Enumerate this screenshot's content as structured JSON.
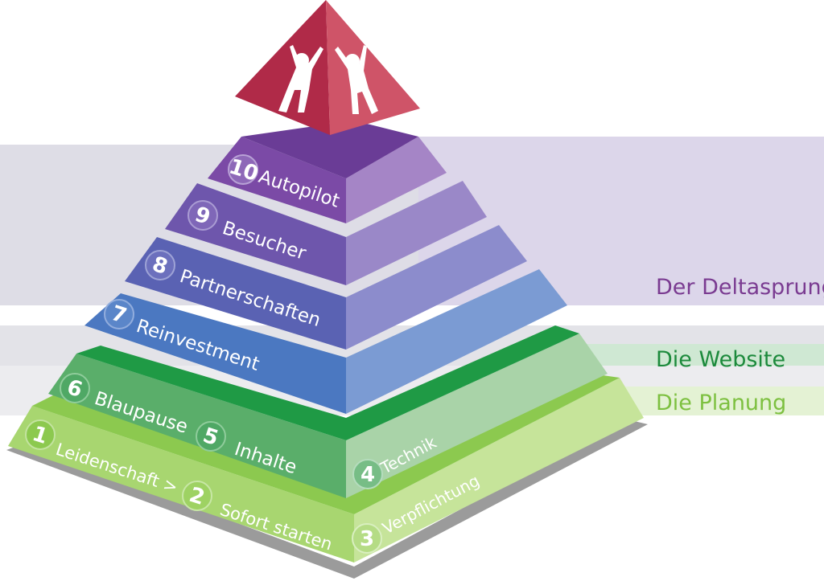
{
  "phases": [
    {
      "id": "delta",
      "label": "Der Deltasprung",
      "color": "#7a3b91",
      "band": "#dcd6ea"
    },
    {
      "id": "website",
      "label": "Die Website",
      "color": "#1c8a3c",
      "band": "#cfe8d3"
    },
    {
      "id": "planung",
      "label": "Die Planung",
      "color": "#7dc040",
      "band": "#e4f2d4"
    }
  ],
  "steps": [
    {
      "num": "1",
      "label": "Leidenschaft >"
    },
    {
      "num": "2",
      "label": "Sofort starten"
    },
    {
      "num": "3",
      "label": "Verpflichtung"
    },
    {
      "num": "4",
      "label": "Technik"
    },
    {
      "num": "5",
      "label": "Inhalte"
    },
    {
      "num": "6",
      "label": "Blaupause"
    },
    {
      "num": "7",
      "label": "Reinvestment"
    },
    {
      "num": "8",
      "label": "Partnerschaften"
    },
    {
      "num": "9",
      "label": "Besucher"
    },
    {
      "num": "10",
      "label": "Autopilot"
    }
  ],
  "colors": {
    "apex_left": "#b02a48",
    "apex_right": "#cf5468",
    "purple": "#7b4fa3",
    "blue": "#4a73bd",
    "green_dark": "#2e9a48",
    "green_light": "#9fd063"
  }
}
